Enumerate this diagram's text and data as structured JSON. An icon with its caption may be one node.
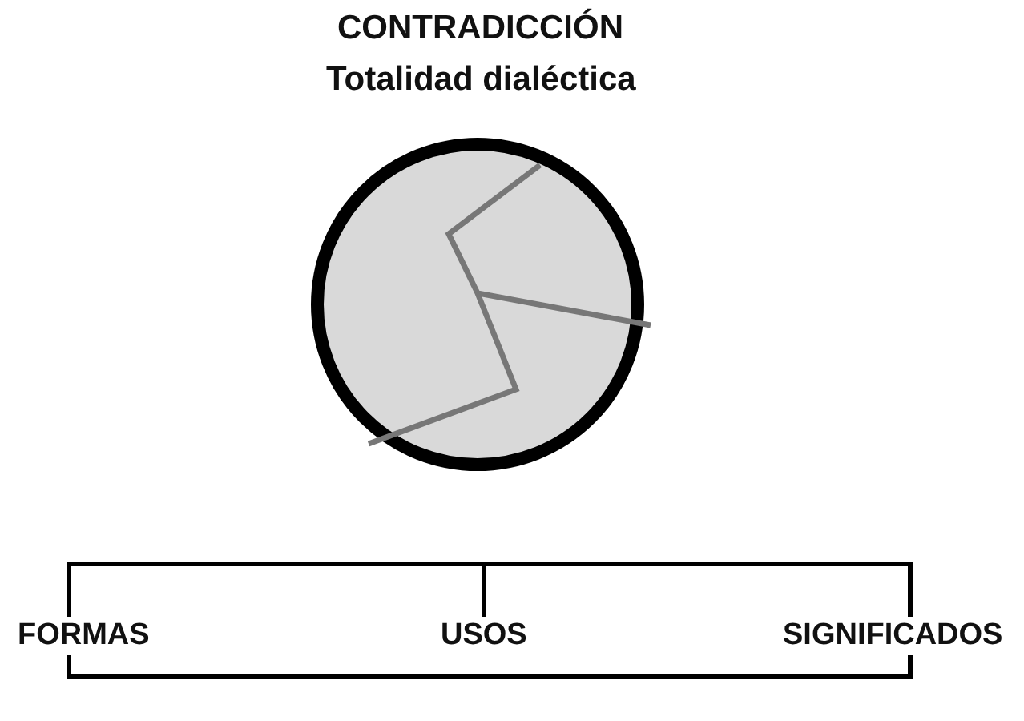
{
  "diagram": {
    "nodes": [
      {
        "text": [
          "CONTRADICCIÓN",
          "Totalidad dialéctica"
        ]
      },
      {
        "text": [
          "FORMAS"
        ]
      },
      {
        "text": [
          "USOS"
        ]
      },
      {
        "text": [
          "SIGNIFICADOS"
        ]
      }
    ],
    "edges": [
      {
        "from": 1,
        "to": 2,
        "arrow": "none"
      },
      {
        "from": 2,
        "to": 3,
        "arrow": "none"
      },
      {
        "from": 1,
        "to": 3,
        "arrow": "none"
      }
    ]
  }
}
